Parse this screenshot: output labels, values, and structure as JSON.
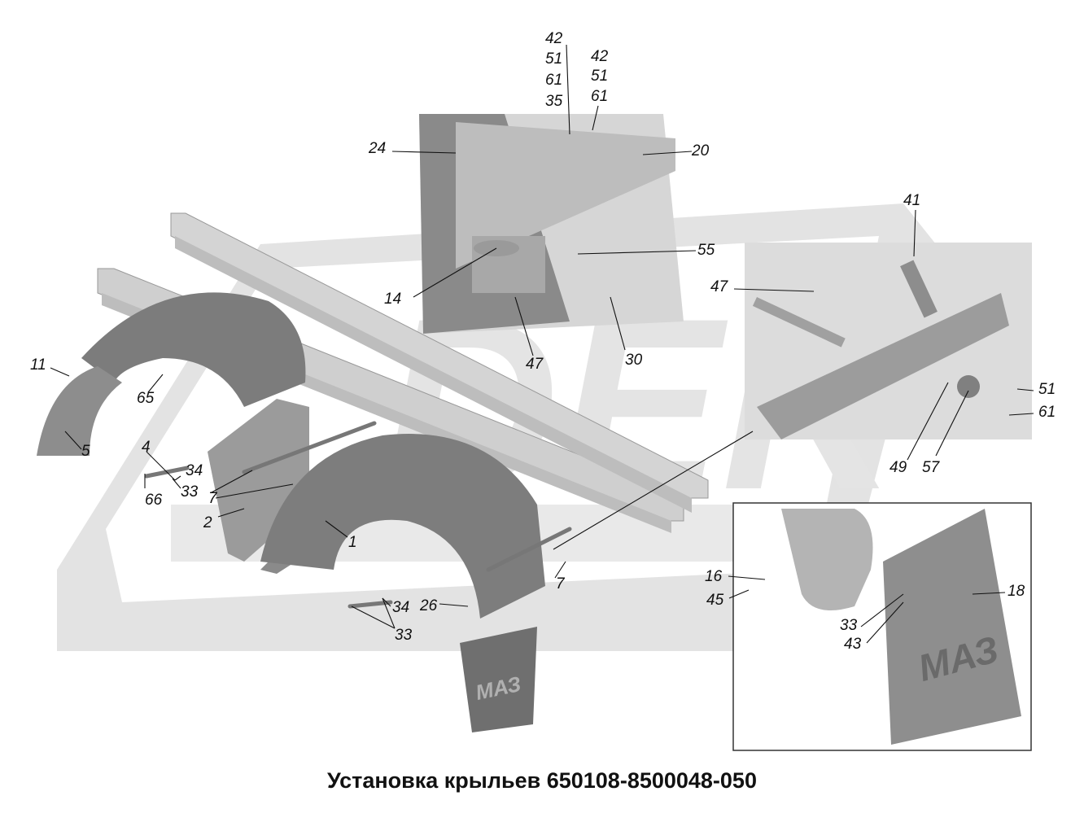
{
  "caption": "Установка крыльев 650108-8500048-050",
  "watermark": {
    "text": "DEK",
    "color": "#d9d9d9"
  },
  "colors": {
    "part_fill": "#b9b9b9",
    "part_dark": "#6f6f6f",
    "inset_bg": "#dcdcdc",
    "line": "#111111"
  },
  "callouts": [
    {
      "id": "c42a",
      "text": "42"
    },
    {
      "id": "c51a",
      "text": "51"
    },
    {
      "id": "c61a",
      "text": "61"
    },
    {
      "id": "c35",
      "text": "35"
    },
    {
      "id": "c42b",
      "text": "42"
    },
    {
      "id": "c51b",
      "text": "51"
    },
    {
      "id": "c61b",
      "text": "61"
    },
    {
      "id": "c24",
      "text": "24"
    },
    {
      "id": "c20",
      "text": "20"
    },
    {
      "id": "c55",
      "text": "55"
    },
    {
      "id": "c14",
      "text": "14"
    },
    {
      "id": "c47a",
      "text": "47"
    },
    {
      "id": "c30",
      "text": "30"
    },
    {
      "id": "c41",
      "text": "41"
    },
    {
      "id": "c47b",
      "text": "47"
    },
    {
      "id": "c51c",
      "text": "51"
    },
    {
      "id": "c61c",
      "text": "61"
    },
    {
      "id": "c49",
      "text": "49"
    },
    {
      "id": "c57",
      "text": "57"
    },
    {
      "id": "c11",
      "text": "11"
    },
    {
      "id": "c65",
      "text": "65"
    },
    {
      "id": "c5",
      "text": "5"
    },
    {
      "id": "c4",
      "text": "4"
    },
    {
      "id": "c34a",
      "text": "34"
    },
    {
      "id": "c33a",
      "text": "33"
    },
    {
      "id": "c66",
      "text": "66"
    },
    {
      "id": "c7a",
      "text": "7"
    },
    {
      "id": "c2",
      "text": "2"
    },
    {
      "id": "c1",
      "text": "1"
    },
    {
      "id": "c7b",
      "text": "7"
    },
    {
      "id": "c34b",
      "text": "34"
    },
    {
      "id": "c26",
      "text": "26"
    },
    {
      "id": "c33b",
      "text": "33"
    },
    {
      "id": "c16",
      "text": "16"
    },
    {
      "id": "c45",
      "text": "45"
    },
    {
      "id": "c18",
      "text": "18"
    },
    {
      "id": "c33c",
      "text": "33"
    },
    {
      "id": "c43",
      "text": "43"
    }
  ]
}
